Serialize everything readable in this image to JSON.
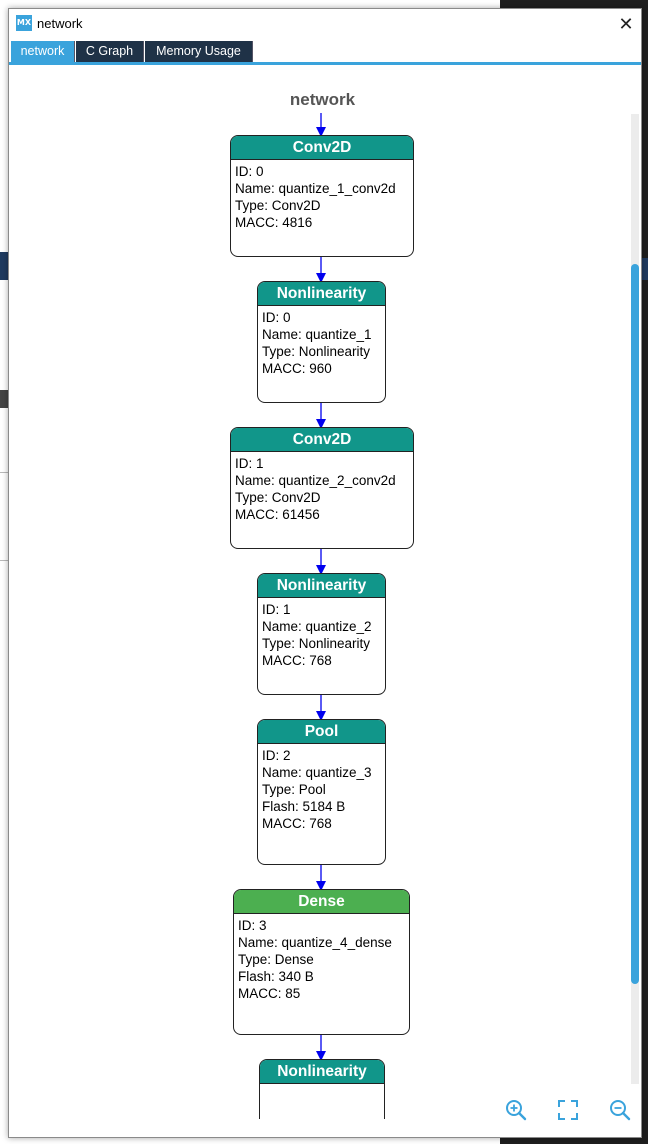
{
  "window": {
    "app_icon_label": "MX",
    "title": "network",
    "close_label": "✕"
  },
  "tabs": [
    {
      "label": "network",
      "active": true
    },
    {
      "label": "C Graph",
      "active": false
    },
    {
      "label": "Memory Usage",
      "active": false
    }
  ],
  "graph": {
    "title": "network",
    "nodes": [
      {
        "header": "Conv2D",
        "color": "#11968a",
        "fields": [
          "ID: 0",
          "Name: quantize_1_conv2d",
          "Type: Conv2D",
          "MACC: 4816"
        ]
      },
      {
        "header": "Nonlinearity",
        "color": "#11968a",
        "fields": [
          "ID: 0",
          "Name: quantize_1",
          "Type: Nonlinearity",
          "MACC: 960"
        ]
      },
      {
        "header": "Conv2D",
        "color": "#11968a",
        "fields": [
          "ID: 1",
          "Name: quantize_2_conv2d",
          "Type: Conv2D",
          "MACC: 61456"
        ]
      },
      {
        "header": "Nonlinearity",
        "color": "#11968a",
        "fields": [
          "ID: 1",
          "Name: quantize_2",
          "Type: Nonlinearity",
          "MACC: 768"
        ]
      },
      {
        "header": "Pool",
        "color": "#11968a",
        "fields": [
          "ID: 2",
          "Name: quantize_3",
          "Type: Pool",
          "Flash: 5184 B",
          "MACC: 768"
        ]
      },
      {
        "header": "Dense",
        "color": "#4caf50",
        "fields": [
          "ID: 3",
          "Name: quantize_4_dense",
          "Type: Dense",
          "Flash: 340 B",
          "MACC: 85"
        ]
      },
      {
        "header": "Nonlinearity",
        "color": "#11968a",
        "fields": []
      }
    ],
    "edge_color": "#0000ee"
  },
  "toolbar": {
    "zoom_in_icon": "zoom-in-icon",
    "fit_icon": "fit-to-screen-icon",
    "zoom_out_icon": "zoom-out-icon",
    "icon_color": "#3aa3dc"
  }
}
